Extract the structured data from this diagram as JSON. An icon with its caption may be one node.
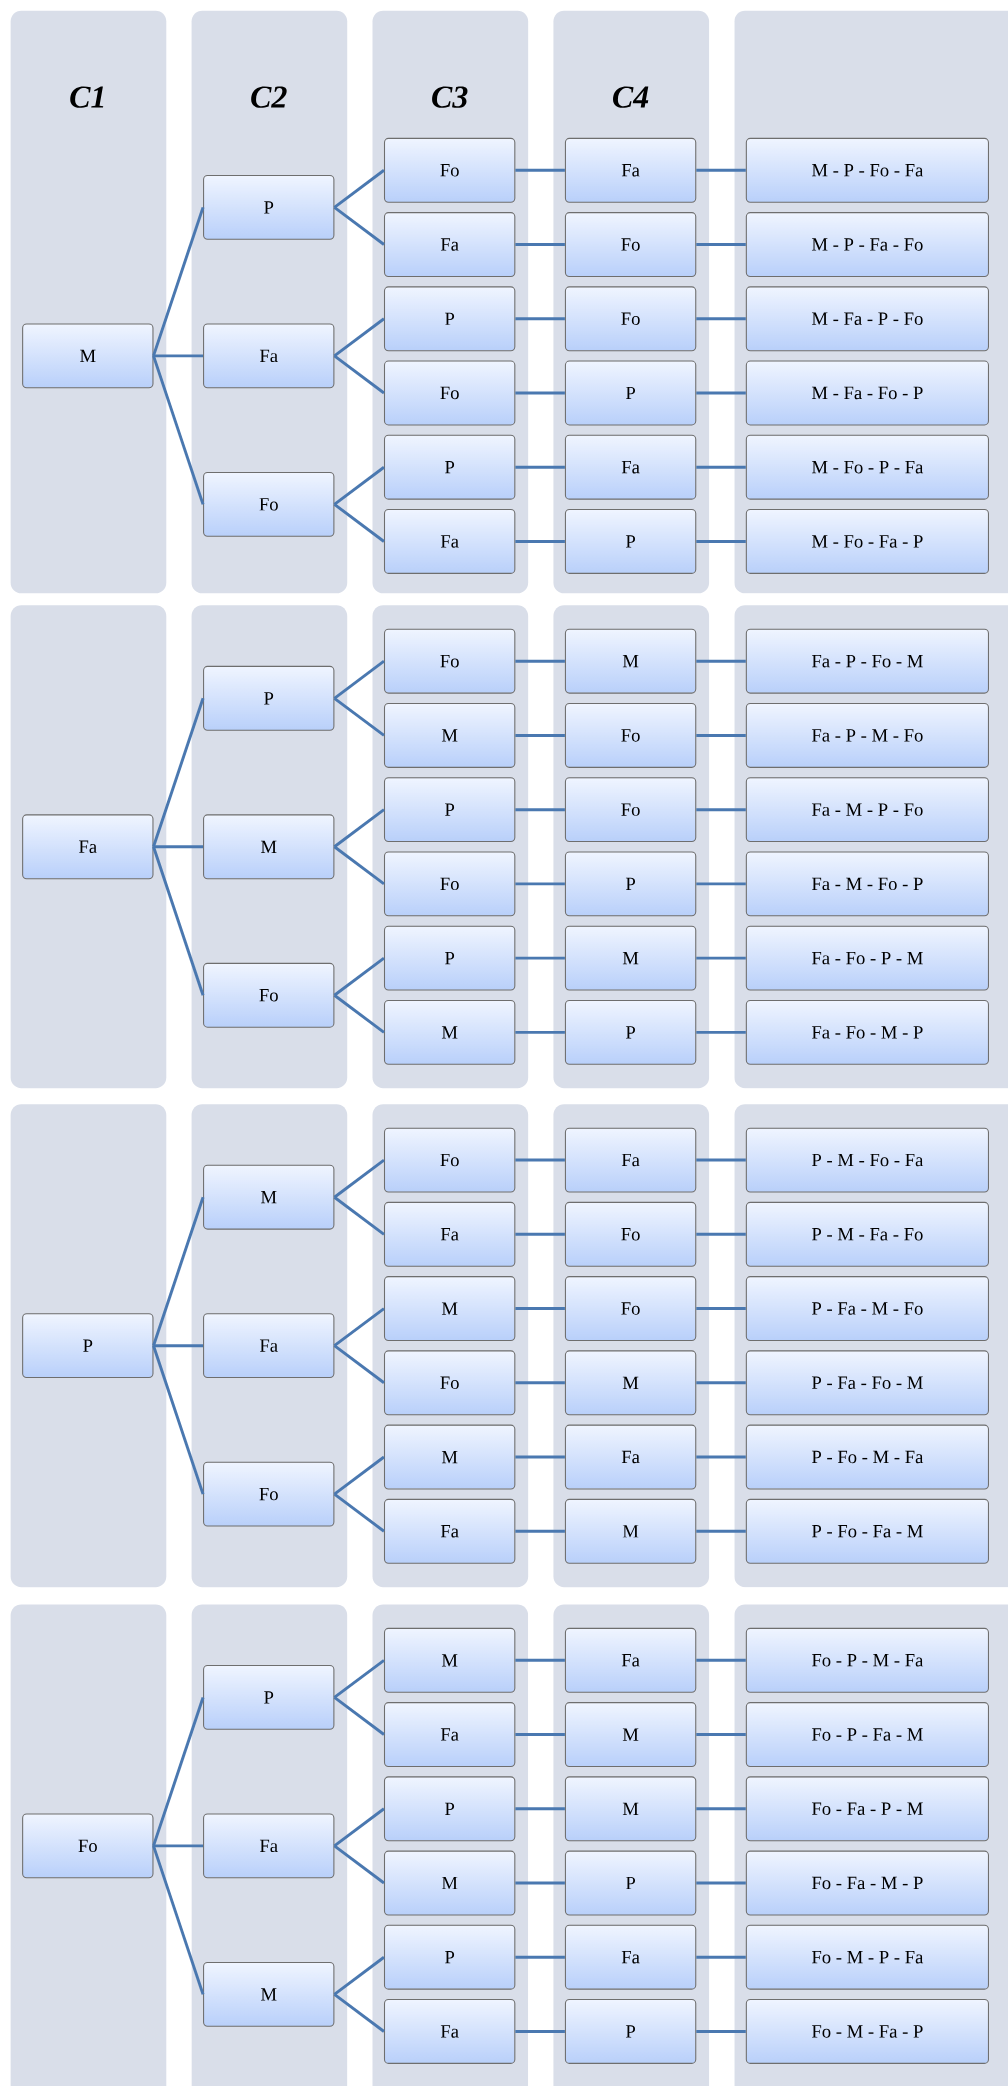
{
  "diagram": {
    "nodes": [
      {
        "text": [
          "M"
        ]
      },
      {
        "text": [
          "P"
        ]
      },
      {
        "text": [
          "Fa"
        ]
      },
      {
        "text": [
          "Fo"
        ]
      },
      {
        "text": [
          "Fo"
        ]
      },
      {
        "text": [
          "Fa"
        ]
      },
      {
        "text": [
          "P"
        ]
      },
      {
        "text": [
          "Fo"
        ]
      },
      {
        "text": [
          "P"
        ]
      },
      {
        "text": [
          "Fa"
        ]
      },
      {
        "text": [
          "Fa"
        ]
      },
      {
        "text": [
          "Fo"
        ]
      },
      {
        "text": [
          "Fo"
        ]
      },
      {
        "text": [
          "P"
        ]
      },
      {
        "text": [
          "Fa"
        ]
      },
      {
        "text": [
          "P"
        ]
      },
      {
        "text": [
          "M - P - Fo - Fa"
        ]
      },
      {
        "text": [
          "M - P - Fa - Fo"
        ]
      },
      {
        "text": [
          "M - Fa - P - Fo"
        ]
      },
      {
        "text": [
          "M - Fa - Fo - P"
        ]
      },
      {
        "text": [
          "M - Fo - P - Fa"
        ]
      },
      {
        "text": [
          "M - Fo - Fa - P"
        ]
      },
      {
        "text": [
          "Fa"
        ]
      },
      {
        "text": [
          "P"
        ]
      },
      {
        "text": [
          "M"
        ]
      },
      {
        "text": [
          "Fo"
        ]
      },
      {
        "text": [
          "Fo"
        ]
      },
      {
        "text": [
          "M"
        ]
      },
      {
        "text": [
          "P"
        ]
      },
      {
        "text": [
          "Fo"
        ]
      },
      {
        "text": [
          "P"
        ]
      },
      {
        "text": [
          "M"
        ]
      },
      {
        "text": [
          "M"
        ]
      },
      {
        "text": [
          "Fo"
        ]
      },
      {
        "text": [
          "Fo"
        ]
      },
      {
        "text": [
          "P"
        ]
      },
      {
        "text": [
          "M"
        ]
      },
      {
        "text": [
          "P"
        ]
      },
      {
        "text": [
          "Fa - P - Fo - M"
        ]
      },
      {
        "text": [
          "Fa - P - M - Fo"
        ]
      },
      {
        "text": [
          "Fa - M - P - Fo"
        ]
      },
      {
        "text": [
          "Fa - M - Fo - P"
        ]
      },
      {
        "text": [
          "Fa - Fo - P - M"
        ]
      },
      {
        "text": [
          "Fa - Fo - M - P"
        ]
      },
      {
        "text": [
          "P"
        ]
      },
      {
        "text": [
          "M"
        ]
      },
      {
        "text": [
          "Fa"
        ]
      },
      {
        "text": [
          "Fo"
        ]
      },
      {
        "text": [
          "Fo"
        ]
      },
      {
        "text": [
          "Fa"
        ]
      },
      {
        "text": [
          "M"
        ]
      },
      {
        "text": [
          "Fo"
        ]
      },
      {
        "text": [
          "M"
        ]
      },
      {
        "text": [
          "Fa"
        ]
      },
      {
        "text": [
          "Fa"
        ]
      },
      {
        "text": [
          "Fo"
        ]
      },
      {
        "text": [
          "Fo"
        ]
      },
      {
        "text": [
          "M"
        ]
      },
      {
        "text": [
          "Fa"
        ]
      },
      {
        "text": [
          "M"
        ]
      },
      {
        "text": [
          "P - M - Fo - Fa"
        ]
      },
      {
        "text": [
          "P - M - Fa - Fo"
        ]
      },
      {
        "text": [
          "P - Fa - M - Fo"
        ]
      },
      {
        "text": [
          "P - Fa - Fo - M"
        ]
      },
      {
        "text": [
          "P - Fo - M - Fa"
        ]
      },
      {
        "text": [
          "P - Fo - Fa - M"
        ]
      },
      {
        "text": [
          "Fo"
        ]
      },
      {
        "text": [
          "P"
        ]
      },
      {
        "text": [
          "Fa"
        ]
      },
      {
        "text": [
          "M"
        ]
      },
      {
        "text": [
          "M"
        ]
      },
      {
        "text": [
          "Fa"
        ]
      },
      {
        "text": [
          "P"
        ]
      },
      {
        "text": [
          "M"
        ]
      },
      {
        "text": [
          "P"
        ]
      },
      {
        "text": [
          "Fa"
        ]
      },
      {
        "text": [
          "Fa"
        ]
      },
      {
        "text": [
          "M"
        ]
      },
      {
        "text": [
          "M"
        ]
      },
      {
        "text": [
          "P"
        ]
      },
      {
        "text": [
          "Fa"
        ]
      },
      {
        "text": [
          "P"
        ]
      },
      {
        "text": [
          "Fo - P - M - Fa"
        ]
      },
      {
        "text": [
          "Fo - P - Fa - M"
        ]
      },
      {
        "text": [
          "Fo - Fa - P - M"
        ]
      },
      {
        "text": [
          "Fo - Fa - M - P"
        ]
      },
      {
        "text": [
          "Fo - M - P - Fa"
        ]
      },
      {
        "text": [
          "Fo - M - Fa - P"
        ]
      }
    ],
    "edges": [
      {
        "from": 0,
        "to": 1,
        "arrow": "none"
      },
      {
        "from": 0,
        "to": 2,
        "arrow": "none"
      },
      {
        "from": 0,
        "to": 3,
        "arrow": "none"
      },
      {
        "from": 1,
        "to": 4,
        "arrow": "none"
      },
      {
        "from": 1,
        "to": 5,
        "arrow": "none"
      },
      {
        "from": 2,
        "to": 6,
        "arrow": "none"
      },
      {
        "from": 2,
        "to": 7,
        "arrow": "none"
      },
      {
        "from": 3,
        "to": 8,
        "arrow": "none"
      },
      {
        "from": 3,
        "to": 9,
        "arrow": "none"
      },
      {
        "from": 4,
        "to": 10,
        "arrow": "none"
      },
      {
        "from": 5,
        "to": 11,
        "arrow": "none"
      },
      {
        "from": 6,
        "to": 12,
        "arrow": "none"
      },
      {
        "from": 7,
        "to": 13,
        "arrow": "none"
      },
      {
        "from": 8,
        "to": 14,
        "arrow": "none"
      },
      {
        "from": 9,
        "to": 15,
        "arrow": "none"
      },
      {
        "from": 10,
        "to": 16,
        "arrow": "none"
      },
      {
        "from": 11,
        "to": 17,
        "arrow": "none"
      },
      {
        "from": 12,
        "to": 18,
        "arrow": "none"
      },
      {
        "from": 13,
        "to": 19,
        "arrow": "none"
      },
      {
        "from": 14,
        "to": 20,
        "arrow": "none"
      },
      {
        "from": 15,
        "to": 21,
        "arrow": "none"
      },
      {
        "from": 22,
        "to": 23,
        "arrow": "none"
      },
      {
        "from": 22,
        "to": 24,
        "arrow": "none"
      },
      {
        "from": 22,
        "to": 25,
        "arrow": "none"
      },
      {
        "from": 23,
        "to": 26,
        "arrow": "none"
      },
      {
        "from": 23,
        "to": 27,
        "arrow": "none"
      },
      {
        "from": 24,
        "to": 28,
        "arrow": "none"
      },
      {
        "from": 24,
        "to": 29,
        "arrow": "none"
      },
      {
        "from": 25,
        "to": 30,
        "arrow": "none"
      },
      {
        "from": 25,
        "to": 31,
        "arrow": "none"
      },
      {
        "from": 26,
        "to": 32,
        "arrow": "none"
      },
      {
        "from": 27,
        "to": 33,
        "arrow": "none"
      },
      {
        "from": 28,
        "to": 34,
        "arrow": "none"
      },
      {
        "from": 29,
        "to": 35,
        "arrow": "none"
      },
      {
        "from": 30,
        "to": 36,
        "arrow": "none"
      },
      {
        "from": 31,
        "to": 37,
        "arrow": "none"
      },
      {
        "from": 32,
        "to": 38,
        "arrow": "none"
      },
      {
        "from": 33,
        "to": 39,
        "arrow": "none"
      },
      {
        "from": 34,
        "to": 40,
        "arrow": "none"
      },
      {
        "from": 35,
        "to": 41,
        "arrow": "none"
      },
      {
        "from": 36,
        "to": 42,
        "arrow": "none"
      },
      {
        "from": 37,
        "to": 43,
        "arrow": "none"
      },
      {
        "from": 44,
        "to": 45,
        "arrow": "none"
      },
      {
        "from": 44,
        "to": 46,
        "arrow": "none"
      },
      {
        "from": 44,
        "to": 47,
        "arrow": "none"
      },
      {
        "from": 45,
        "to": 48,
        "arrow": "none"
      },
      {
        "from": 45,
        "to": 49,
        "arrow": "none"
      },
      {
        "from": 46,
        "to": 50,
        "arrow": "none"
      },
      {
        "from": 46,
        "to": 51,
        "arrow": "none"
      },
      {
        "from": 47,
        "to": 52,
        "arrow": "none"
      },
      {
        "from": 47,
        "to": 53,
        "arrow": "none"
      },
      {
        "from": 48,
        "to": 54,
        "arrow": "none"
      },
      {
        "from": 49,
        "to": 55,
        "arrow": "none"
      },
      {
        "from": 50,
        "to": 56,
        "arrow": "none"
      },
      {
        "from": 51,
        "to": 57,
        "arrow": "none"
      },
      {
        "from": 52,
        "to": 58,
        "arrow": "none"
      },
      {
        "from": 53,
        "to": 59,
        "arrow": "none"
      },
      {
        "from": 54,
        "to": 60,
        "arrow": "none"
      },
      {
        "from": 55,
        "to": 61,
        "arrow": "none"
      },
      {
        "from": 56,
        "to": 62,
        "arrow": "none"
      },
      {
        "from": 57,
        "to": 63,
        "arrow": "none"
      },
      {
        "from": 58,
        "to": 64,
        "arrow": "none"
      },
      {
        "from": 59,
        "to": 65,
        "arrow": "none"
      },
      {
        "from": 66,
        "to": 67,
        "arrow": "none"
      },
      {
        "from": 66,
        "to": 68,
        "arrow": "none"
      },
      {
        "from": 66,
        "to": 69,
        "arrow": "none"
      },
      {
        "from": 67,
        "to": 70,
        "arrow": "none"
      },
      {
        "from": 67,
        "to": 71,
        "arrow": "none"
      },
      {
        "from": 68,
        "to": 72,
        "arrow": "none"
      },
      {
        "from": 68,
        "to": 73,
        "arrow": "none"
      },
      {
        "from": 69,
        "to": 74,
        "arrow": "none"
      },
      {
        "from": 69,
        "to": 75,
        "arrow": "none"
      },
      {
        "from": 70,
        "to": 76,
        "arrow": "none"
      },
      {
        "from": 71,
        "to": 77,
        "arrow": "none"
      },
      {
        "from": 72,
        "to": 78,
        "arrow": "none"
      },
      {
        "from": 73,
        "to": 79,
        "arrow": "none"
      },
      {
        "from": 74,
        "to": 80,
        "arrow": "none"
      },
      {
        "from": 75,
        "to": 81,
        "arrow": "none"
      },
      {
        "from": 76,
        "to": 82,
        "arrow": "none"
      },
      {
        "from": 77,
        "to": 83,
        "arrow": "none"
      },
      {
        "from": 78,
        "to": 84,
        "arrow": "none"
      },
      {
        "from": 79,
        "to": 85,
        "arrow": "none"
      },
      {
        "from": 80,
        "to": 86,
        "arrow": "none"
      },
      {
        "from": 81,
        "to": 87,
        "arrow": "none"
      }
    ],
    "labels": [
      "C1",
      "C2",
      "C3",
      "C4"
    ]
  }
}
